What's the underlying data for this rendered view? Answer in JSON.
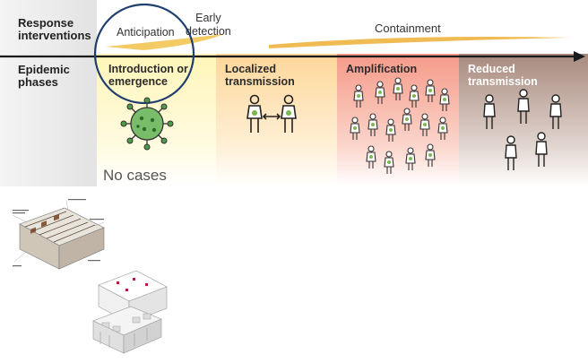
{
  "rows": {
    "interventions_label": "Response\ninterventions",
    "phases_label": "Epidemic\nphases"
  },
  "interventions": {
    "anticipation": "Anticipation",
    "early_detection": "Early\ndetection",
    "containment": "Containment"
  },
  "phases": [
    {
      "title": "Introduction or\nemergence",
      "title_color": "#2b2b2b"
    },
    {
      "title": "Localized\ntransmission",
      "title_color": "#2b2b2b"
    },
    {
      "title": "Amplification",
      "title_color": "#2b2b2b"
    },
    {
      "title": "Reduced\ntransmission",
      "title_color": "#ffffff"
    }
  ],
  "no_cases": "No cases",
  "colors": {
    "phase1": "#fdf3b0",
    "phase2": "#fcdca0",
    "phase3": "#f5a696",
    "phase4": "#b3968a",
    "arrow": "#1a1a1a",
    "highlight_circle": "#1f3f6e",
    "ribbon": "#f2b33d"
  }
}
